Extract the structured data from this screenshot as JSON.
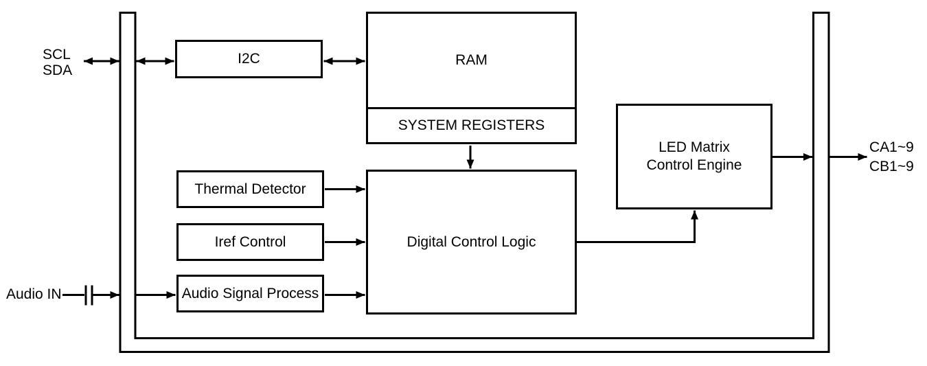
{
  "diagram": {
    "type": "block-diagram",
    "colors": {
      "line": "#000000",
      "text": "#000000",
      "background": "#ffffff"
    },
    "blocks": {
      "i2c": {
        "label": "I2C"
      },
      "ram": {
        "label": "RAM"
      },
      "system_registers": {
        "label": "SYSTEM REGISTERS"
      },
      "thermal_detector": {
        "label": "Thermal Detector"
      },
      "iref_control": {
        "label": "Iref Control"
      },
      "audio_signal_process": {
        "label": "Audio Signal Process"
      },
      "digital_control_logic": {
        "label": "Digital Control Logic"
      },
      "led_matrix_control_engine": {
        "line1": "LED Matrix",
        "line2": "Control Engine"
      }
    },
    "io": {
      "scl": "SCL",
      "sda": "SDA",
      "audio_in": "Audio IN",
      "ca": "CA1~9",
      "cb": "CB1~9"
    }
  }
}
